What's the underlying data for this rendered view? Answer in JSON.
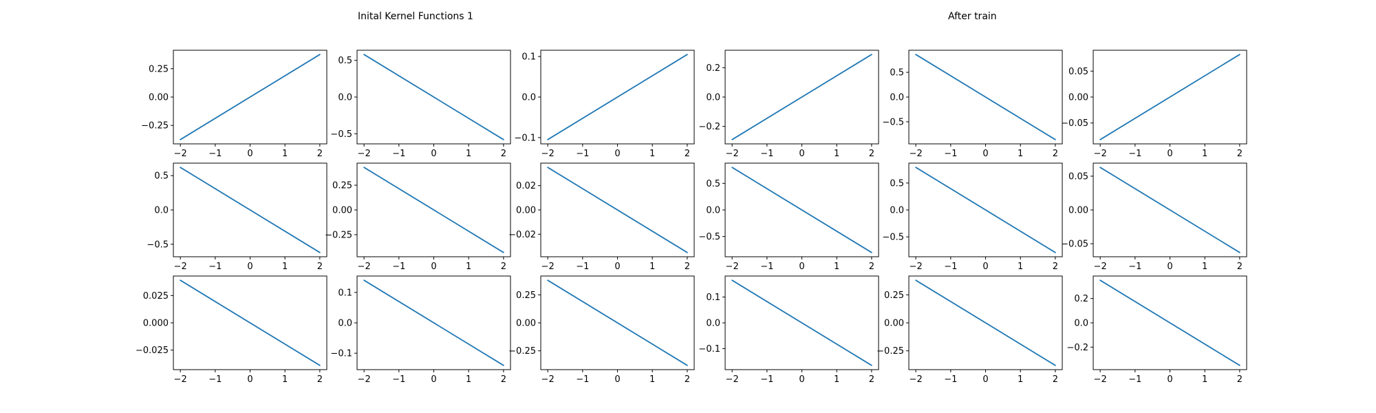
{
  "titles": {
    "left": "Inital Kernel Functions 1",
    "right": "After train"
  },
  "colors": {
    "line": "#1f77b4",
    "axes": "#000000",
    "background": "#ffffff"
  },
  "chart_data": {
    "type": "line",
    "layout": "3 rows x 6 columns of subplots",
    "x": [
      -2,
      2
    ],
    "xticks": [
      -2,
      -1,
      0,
      1,
      2
    ],
    "xtick_labels": [
      "−2",
      "−1",
      "0",
      "1",
      "2"
    ],
    "xlim": [
      -2.2,
      2.2
    ],
    "grid": false,
    "legend": false,
    "panels": [
      {
        "row": 0,
        "col": 0,
        "y": [
          -0.375,
          0.375
        ],
        "ylim": [
          -0.4125,
          0.4125
        ],
        "yticks": [
          -0.25,
          0,
          0.25
        ],
        "ytick_labels": [
          "−0.25",
          "0.00",
          "0.25"
        ]
      },
      {
        "row": 0,
        "col": 1,
        "y": [
          0.58,
          -0.58
        ],
        "ylim": [
          -0.638,
          0.638
        ],
        "yticks": [
          -0.5,
          0,
          0.5
        ],
        "ytick_labels": [
          "−0.5",
          "0.0",
          "0.5"
        ]
      },
      {
        "row": 0,
        "col": 2,
        "y": [
          -0.105,
          0.105
        ],
        "ylim": [
          -0.1155,
          0.1155
        ],
        "yticks": [
          -0.1,
          0,
          0.1
        ],
        "ytick_labels": [
          "−0.1",
          "0.0",
          "0.1"
        ]
      },
      {
        "row": 0,
        "col": 3,
        "y": [
          -0.29,
          0.29
        ],
        "ylim": [
          -0.319,
          0.319
        ],
        "yticks": [
          -0.2,
          0,
          0.2
        ],
        "ytick_labels": [
          "−0.2",
          "0.0",
          "0.2"
        ]
      },
      {
        "row": 0,
        "col": 4,
        "y": [
          0.86,
          -0.86
        ],
        "ylim": [
          -0.946,
          0.946
        ],
        "yticks": [
          -0.5,
          0,
          0.5
        ],
        "ytick_labels": [
          "−0.5",
          "0.0",
          "0.5"
        ]
      },
      {
        "row": 0,
        "col": 5,
        "y": [
          -0.082,
          0.082
        ],
        "ylim": [
          -0.0902,
          0.0902
        ],
        "yticks": [
          -0.05,
          0,
          0.05
        ],
        "ytick_labels": [
          "−0.05",
          "0.00",
          "0.05"
        ]
      },
      {
        "row": 1,
        "col": 0,
        "y": [
          0.62,
          -0.62
        ],
        "ylim": [
          -0.682,
          0.682
        ],
        "yticks": [
          -0.5,
          0,
          0.5
        ],
        "ytick_labels": [
          "−0.5",
          "0.0",
          "0.5"
        ]
      },
      {
        "row": 1,
        "col": 1,
        "y": [
          0.43,
          -0.43
        ],
        "ylim": [
          -0.473,
          0.473
        ],
        "yticks": [
          -0.25,
          0,
          0.25
        ],
        "ytick_labels": [
          "−0.25",
          "0.00",
          "0.25"
        ]
      },
      {
        "row": 1,
        "col": 2,
        "y": [
          0.035,
          -0.035
        ],
        "ylim": [
          -0.0385,
          0.0385
        ],
        "yticks": [
          -0.02,
          0,
          0.02
        ],
        "ytick_labels": [
          "−0.02",
          "0.00",
          "0.02"
        ]
      },
      {
        "row": 1,
        "col": 3,
        "y": [
          0.8,
          -0.8
        ],
        "ylim": [
          -0.88,
          0.88
        ],
        "yticks": [
          -0.5,
          0,
          0.5
        ],
        "ytick_labels": [
          "−0.5",
          "0.0",
          "0.5"
        ]
      },
      {
        "row": 1,
        "col": 4,
        "y": [
          0.79,
          -0.79
        ],
        "ylim": [
          -0.869,
          0.869
        ],
        "yticks": [
          -0.5,
          0,
          0.5
        ],
        "ytick_labels": [
          "−0.5",
          "0.0",
          "0.5"
        ]
      },
      {
        "row": 1,
        "col": 5,
        "y": [
          0.063,
          -0.063
        ],
        "ylim": [
          -0.0693,
          0.0693
        ],
        "yticks": [
          -0.05,
          0,
          0.05
        ],
        "ytick_labels": [
          "−0.05",
          "0.00",
          "0.05"
        ]
      },
      {
        "row": 2,
        "col": 0,
        "y": [
          0.039,
          -0.039
        ],
        "ylim": [
          -0.0429,
          0.0429
        ],
        "yticks": [
          -0.025,
          0,
          0.025
        ],
        "ytick_labels": [
          "−0.025",
          "0.000",
          "0.025"
        ]
      },
      {
        "row": 2,
        "col": 1,
        "y": [
          0.14,
          -0.14
        ],
        "ylim": [
          -0.154,
          0.154
        ],
        "yticks": [
          -0.1,
          0,
          0.1
        ],
        "ytick_labels": [
          "−0.1",
          "0.0",
          "0.1"
        ]
      },
      {
        "row": 2,
        "col": 2,
        "y": [
          0.38,
          -0.38
        ],
        "ylim": [
          -0.418,
          0.418
        ],
        "yticks": [
          -0.25,
          0,
          0.25
        ],
        "ytick_labels": [
          "−0.25",
          "0.00",
          "0.25"
        ]
      },
      {
        "row": 2,
        "col": 3,
        "y": [
          0.165,
          -0.165
        ],
        "ylim": [
          -0.1815,
          0.1815
        ],
        "yticks": [
          -0.1,
          0,
          0.1
        ],
        "ytick_labels": [
          "−0.1",
          "0.0",
          "0.1"
        ]
      },
      {
        "row": 2,
        "col": 4,
        "y": [
          0.38,
          -0.38
        ],
        "ylim": [
          -0.418,
          0.418
        ],
        "yticks": [
          -0.25,
          0,
          0.25
        ],
        "ytick_labels": [
          "−0.25",
          "0.00",
          "0.25"
        ]
      },
      {
        "row": 2,
        "col": 5,
        "y": [
          0.35,
          -0.35
        ],
        "ylim": [
          -0.385,
          0.385
        ],
        "yticks": [
          -0.2,
          0,
          0.2
        ],
        "ytick_labels": [
          "−0.2",
          "0.0",
          "0.2"
        ]
      }
    ]
  }
}
